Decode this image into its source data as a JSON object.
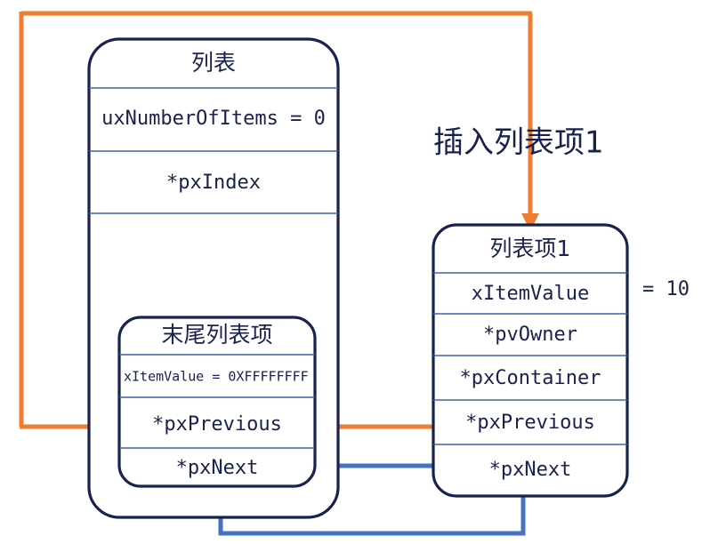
{
  "diagram": {
    "title_annotation": "插入列表项1",
    "colors": {
      "box_stroke": "#17224d",
      "row_divider": "#3b63a8",
      "orange_pointer": "#ed7d31",
      "blue_pointer": "#4472c4",
      "red_pointer": "#ff0000",
      "background": "#ffffff"
    },
    "list_box": {
      "name": "列表",
      "rows": [
        {
          "label": "uxNumberOfItems = 0"
        },
        {
          "label": "*pxIndex"
        },
        {
          "label": ""
        }
      ]
    },
    "end_item_box": {
      "name": "末尾列表项",
      "rows": [
        {
          "label": "xItemValue  = 0XFFFFFFFF"
        },
        {
          "label": "*pxPrevious"
        },
        {
          "label": "*pxNext"
        }
      ]
    },
    "list_item_box": {
      "name": "列表项1",
      "value_annotation": "= 10",
      "rows": [
        {
          "label": "xItemValue"
        },
        {
          "label": "*pvOwner"
        },
        {
          "label": "*pxContainer"
        },
        {
          "label": "*pxPrevious"
        },
        {
          "label": "*pxNext"
        }
      ]
    }
  }
}
